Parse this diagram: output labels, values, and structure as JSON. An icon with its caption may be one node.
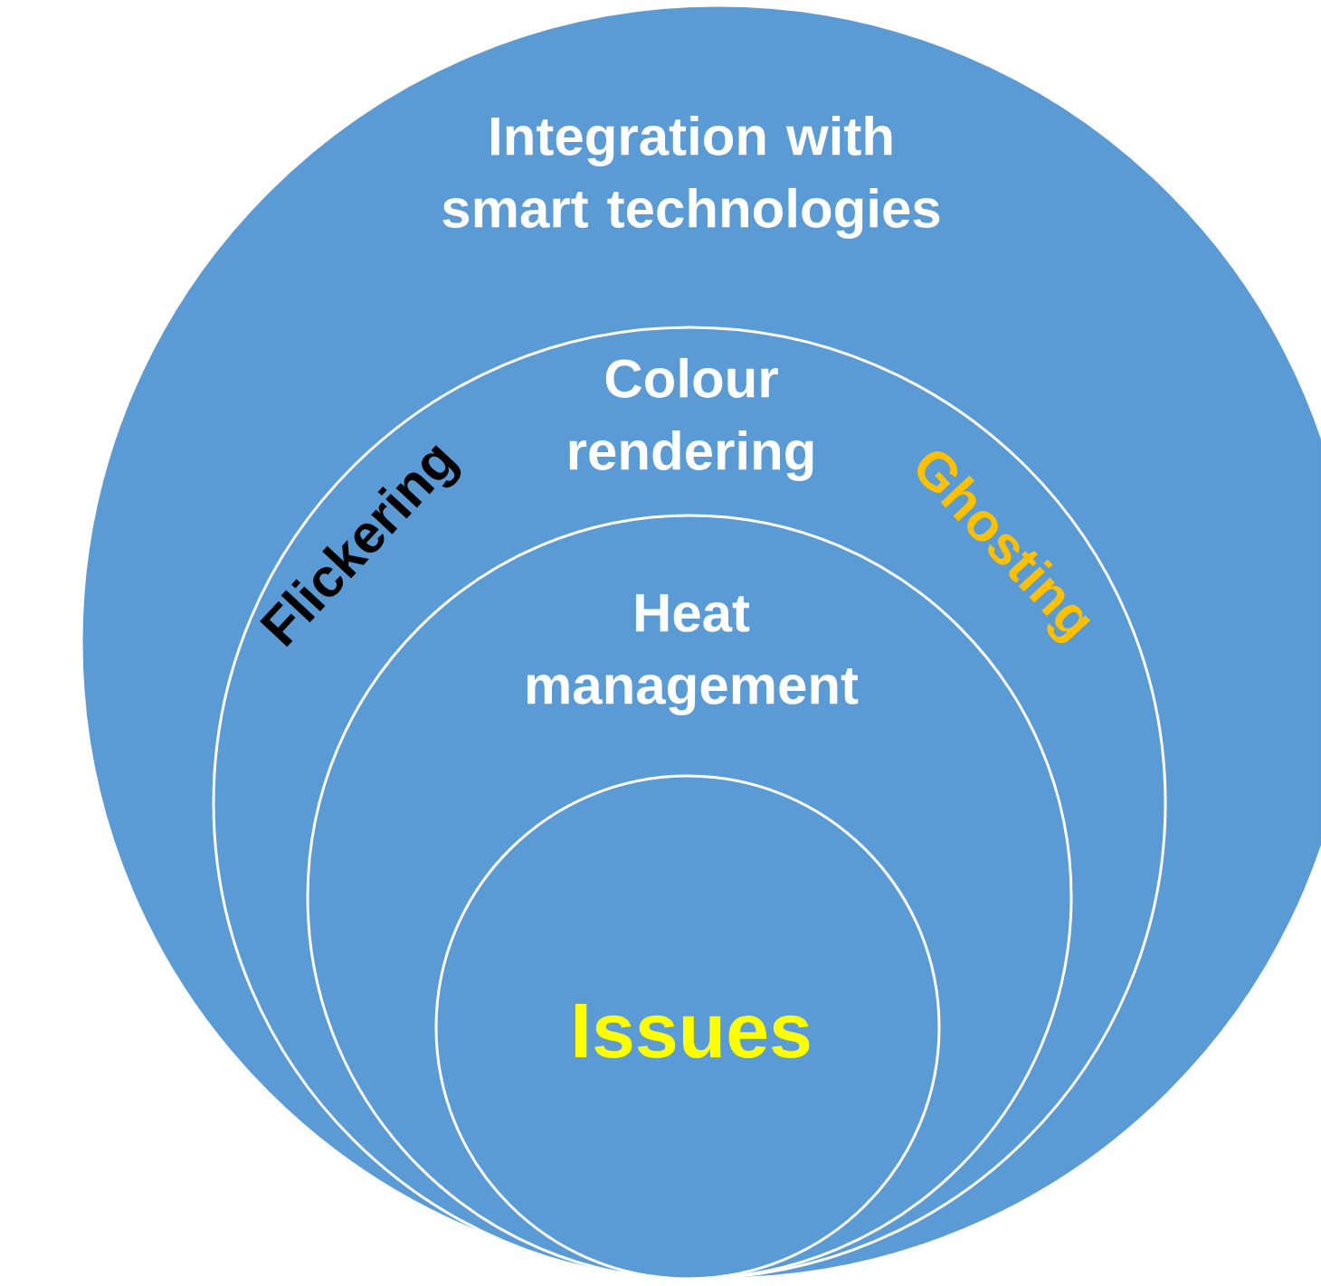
{
  "diagram": {
    "nodes": [
      {
        "text": [
          "Integration with smart technologies"
        ]
      },
      {
        "text": [
          "Colour rendering",
          "Flickering",
          "Ghosting"
        ],
        "in": 0
      },
      {
        "text": [
          "Heat management"
        ],
        "in": 1
      },
      {
        "text": [
          "Issues"
        ],
        "in": 2
      }
    ]
  }
}
